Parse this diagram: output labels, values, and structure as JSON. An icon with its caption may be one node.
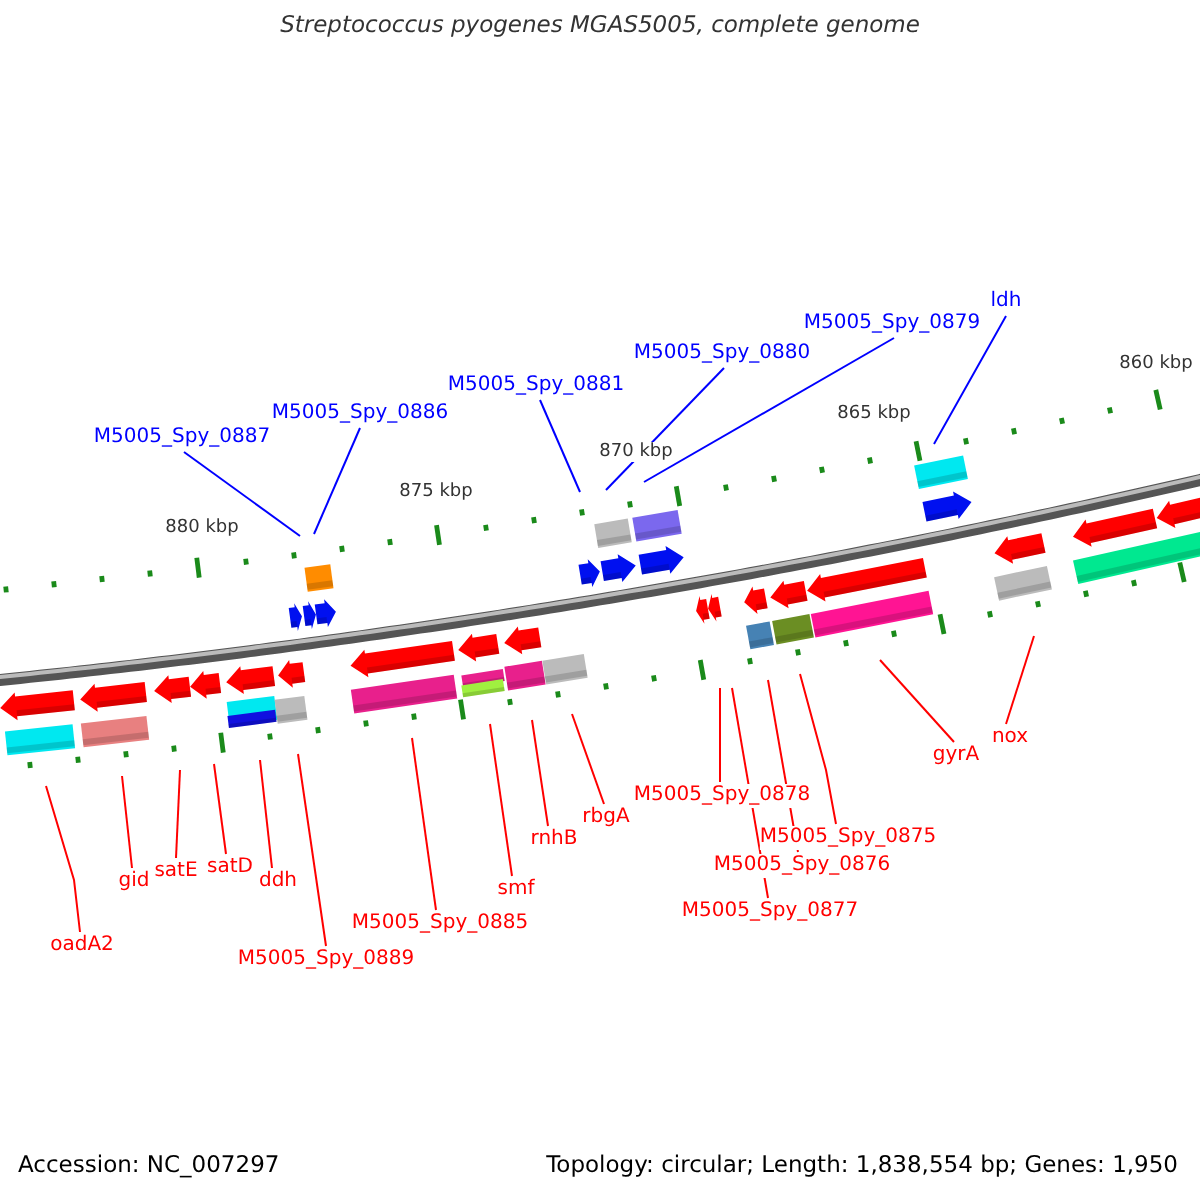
{
  "diagram": {
    "title": "Streptococcus pyogenes MGAS5005, complete genome",
    "nodes": [
      {
        "text": [
          "M5005_Spy_0887"
        ]
      },
      {
        "text": [
          "M5005_Spy_0886"
        ]
      },
      {
        "text": [
          "M5005_Spy_0881"
        ]
      },
      {
        "text": [
          "M5005_Spy_0880"
        ]
      },
      {
        "text": [
          "M5005_Spy_0879"
        ]
      },
      {
        "text": [
          "ldh"
        ]
      },
      {
        "text": [
          "oadA2"
        ]
      },
      {
        "text": [
          "gid"
        ]
      },
      {
        "text": [
          "satE"
        ]
      },
      {
        "text": [
          "satD"
        ]
      },
      {
        "text": [
          "ddh"
        ]
      },
      {
        "text": [
          "M5005_Spy_0889"
        ]
      },
      {
        "text": [
          "M5005_Spy_0885"
        ]
      },
      {
        "text": [
          "smf"
        ]
      },
      {
        "text": [
          "rnhB"
        ]
      },
      {
        "text": [
          "rbgA"
        ]
      },
      {
        "text": [
          "M5005_Spy_0878"
        ]
      },
      {
        "text": [
          "M5005_Spy_0877"
        ]
      },
      {
        "text": [
          "M5005_Spy_0876"
        ]
      },
      {
        "text": [
          "M5005_Spy_0875"
        ]
      },
      {
        "text": [
          "gyrA"
        ]
      },
      {
        "text": [
          "nox"
        ]
      }
    ],
    "edges": [
      {
        "from": 0,
        "to": null,
        "arrow": "none",
        "color": "#0000ff"
      },
      {
        "from": 1,
        "to": null,
        "arrow": "none",
        "color": "#0000ff"
      },
      {
        "from": 2,
        "to": null,
        "arrow": "none",
        "color": "#0000ff"
      },
      {
        "from": 3,
        "to": null,
        "arrow": "none",
        "color": "#0000ff"
      },
      {
        "from": 4,
        "to": null,
        "arrow": "none",
        "color": "#0000ff"
      },
      {
        "from": 5,
        "to": null,
        "arrow": "none",
        "color": "#0000ff"
      },
      {
        "from": 6,
        "to": null,
        "arrow": "none"
      },
      {
        "from": 7,
        "to": null,
        "arrow": "none"
      },
      {
        "from": 8,
        "to": null,
        "arrow": "none"
      },
      {
        "from": 9,
        "to": null,
        "arrow": "none"
      },
      {
        "from": 10,
        "to": null,
        "arrow": "none"
      },
      {
        "from": 11,
        "to": null,
        "arrow": "none"
      },
      {
        "from": 12,
        "to": null,
        "arrow": "none"
      },
      {
        "from": 13,
        "to": null,
        "arrow": "none"
      },
      {
        "from": 14,
        "to": null,
        "arrow": "none"
      },
      {
        "from": 15,
        "to": null,
        "arrow": "none"
      },
      {
        "from": 16,
        "to": null,
        "arrow": "none"
      },
      {
        "from": 17,
        "to": null,
        "arrow": "none"
      },
      {
        "from": 18,
        "to": null,
        "arrow": "none"
      },
      {
        "from": 19,
        "to": null,
        "arrow": "none"
      },
      {
        "from": 20,
        "to": null,
        "arrow": "none"
      },
      {
        "from": 21,
        "to": null,
        "arrow": "none"
      }
    ],
    "labels": [
      "880 kbp",
      "875 kbp",
      "870 kbp",
      "865 kbp",
      "860 kbp",
      "Accession: NC_007297",
      "Topology: circular; Length: 1,838,554 bp; Genes: 1,950"
    ]
  }
}
